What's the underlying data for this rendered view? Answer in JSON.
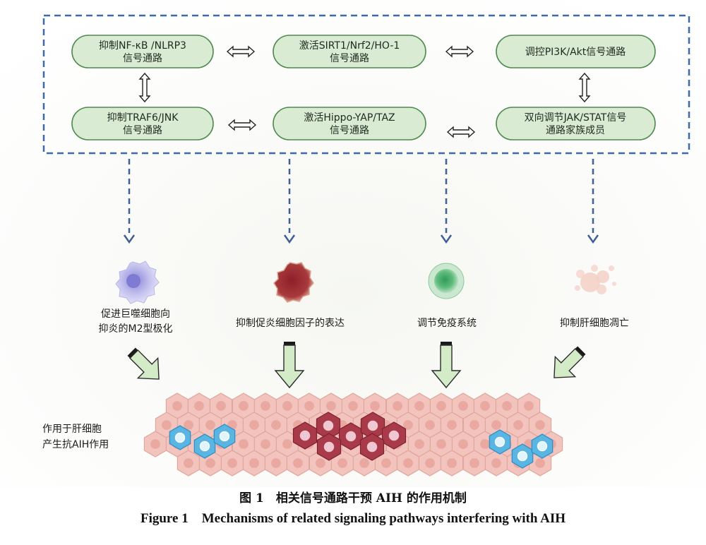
{
  "pathways": [
    {
      "line1": "抑制NF-κB /NLRP3",
      "line2": "信号通路"
    },
    {
      "line1": "激活SIRT1/Nrf2/HO-1",
      "line2": "信号通路"
    },
    {
      "line1": "调控PI3K/Akt信号通路",
      "line2": ""
    },
    {
      "line1": "抑制TRAF6/JNK",
      "line2": "信号通路"
    },
    {
      "line1": "激活Hippo-YAP/TAZ",
      "line2": "信号通路"
    },
    {
      "line1": "双向调节JAK/STAT信号",
      "line2": "通路家族成员"
    }
  ],
  "outcomes": [
    {
      "line1": "促进巨噬细胞向",
      "line2": "抑炎的M2型极化"
    },
    {
      "line1": "抑制促炎细胞因子的表达",
      "line2": ""
    },
    {
      "line1": "调节免疫系统",
      "line2": ""
    },
    {
      "line1": "抑制肝细胞凋亡",
      "line2": ""
    }
  ],
  "side_label": {
    "line1": "作用于肝细胞",
    "line2": "产生抗AIH作用"
  },
  "caption": {
    "zh": "图 1　相关信号通路干预 AIH 的作用机制",
    "en": "Figure 1　Mechanisms of related signaling pathways interfering with AIH"
  },
  "colors": {
    "pill_fill": "#d9ecd3",
    "pill_stroke": "#4f8a4f",
    "dashed_border": "#3f6aa8",
    "arrow_green": "#d3ebc7",
    "hepatocyte": "#f2c4bd",
    "immune_cell": "#59b6e3",
    "inflamed_cell": "#a83a4a"
  }
}
